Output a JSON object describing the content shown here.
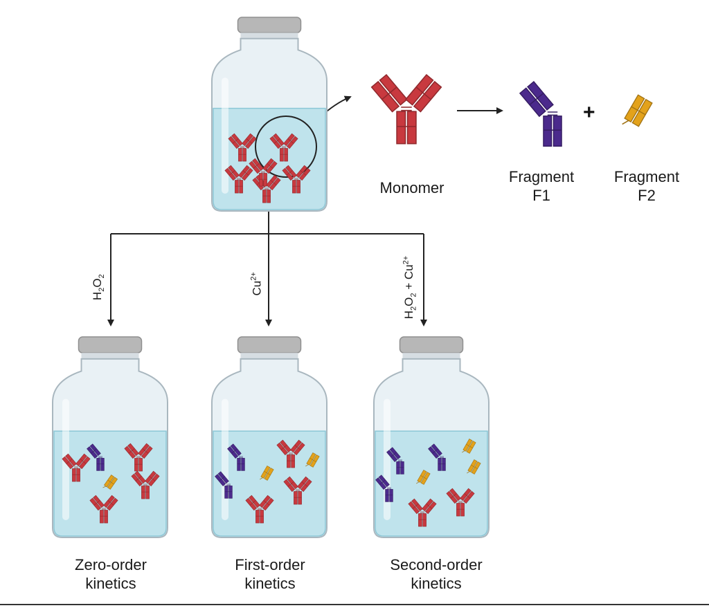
{
  "labels": {
    "monomer": "Monomer",
    "fragment_f1_line1": "Fragment",
    "fragment_f1_line2": "F1",
    "fragment_f2_line1": "Fragment",
    "fragment_f2_line2": "F2",
    "plus": "+"
  },
  "reagents": {
    "h2o2": {
      "main": "H",
      "sub1": "2",
      "mid": "O",
      "sub2": "2"
    },
    "cu": {
      "main": "Cu",
      "sup": "2+"
    },
    "combo": {
      "a": "H",
      "a_sub": "2",
      "b": "O",
      "b_sub": "2",
      "plus": " + Cu",
      "sup": "2+"
    }
  },
  "kinetics": [
    {
      "line1": "Zero-order",
      "line2": "kinetics"
    },
    {
      "line1": "First-order",
      "line2": "kinetics"
    },
    {
      "line1": "Second-order",
      "line2": "kinetics"
    }
  ],
  "colors": {
    "monomer": "#c8393f",
    "fragment_f1": "#4b2a8c",
    "fragment_f2": "#e3a21b",
    "liquid": "#bfe3ec",
    "glass": "#e9f1f5",
    "cap": "#b7b7b7",
    "arrow": "#222222"
  }
}
